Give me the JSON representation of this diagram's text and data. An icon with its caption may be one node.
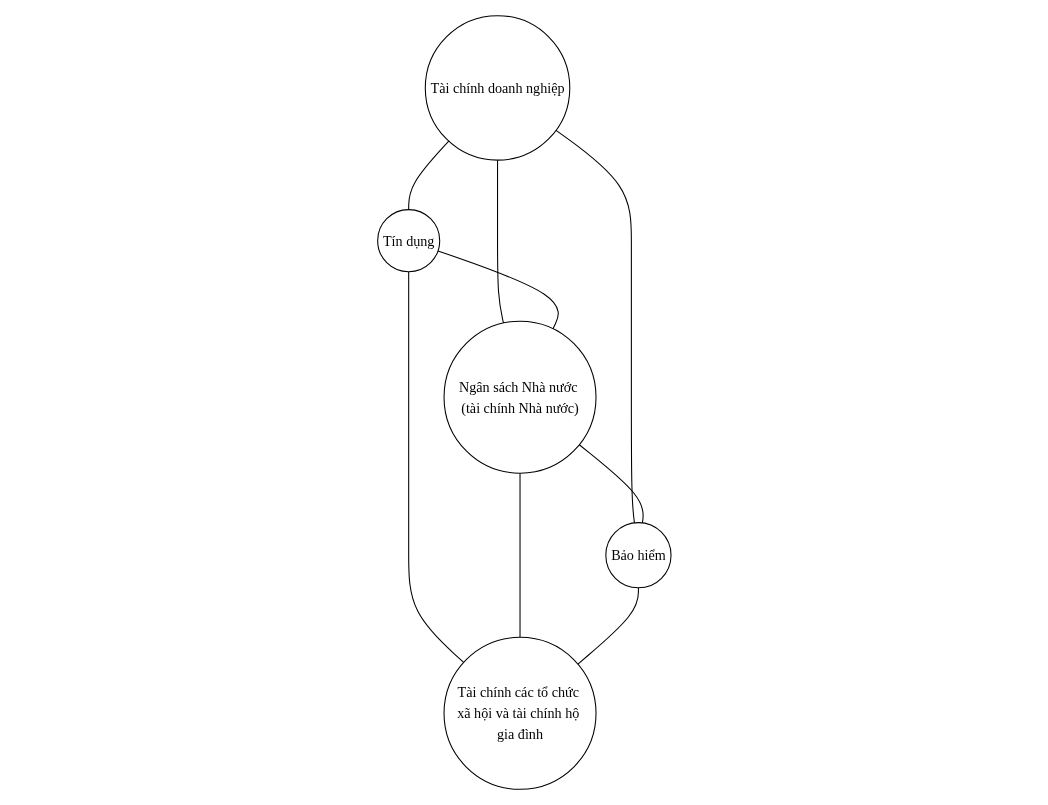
{
  "diagram": {
    "nodes": [
      {
        "text": [
          "Tài chính doanh nghiệp"
        ]
      },
      {
        "text": [
          "Tín dụng"
        ]
      },
      {
        "text": [
          "Ngân sách Nhà nước (tài chính Nhà nước)"
        ]
      },
      {
        "text": [
          "Bảo hiểm"
        ]
      },
      {
        "text": [
          "Tài chính các tổ chức xã hội và tài chính hộ gia đình"
        ]
      }
    ],
    "edges": [
      {
        "from": 0,
        "to": 1,
        "arrow": "none"
      },
      {
        "from": 0,
        "to": 2,
        "arrow": "none"
      },
      {
        "from": 0,
        "to": 3,
        "arrow": "none"
      },
      {
        "from": 1,
        "to": 2,
        "arrow": "none"
      },
      {
        "from": 1,
        "to": 4,
        "arrow": "none"
      },
      {
        "from": 2,
        "to": 3,
        "arrow": "none"
      },
      {
        "from": 2,
        "to": 4,
        "arrow": "none"
      },
      {
        "from": 3,
        "to": 4,
        "arrow": "none"
      }
    ]
  }
}
